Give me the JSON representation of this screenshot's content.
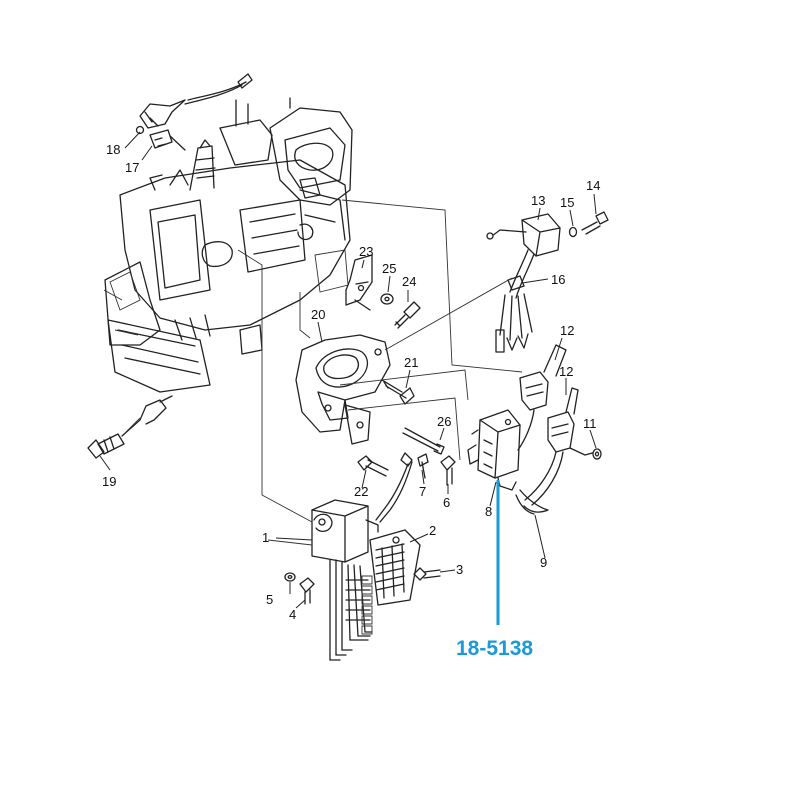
{
  "callouts": [
    "1",
    "2",
    "3",
    "4",
    "5",
    "6",
    "7",
    "8",
    "9",
    "11",
    "12",
    "12",
    "13",
    "14",
    "15",
    "16",
    "17",
    "18",
    "19",
    "20",
    "21",
    "22",
    "23",
    "24",
    "25",
    "26"
  ],
  "part_number": "18-5138",
  "colors": {
    "lines": "#222222",
    "part_number": "#1a9ad6",
    "background": "#ffffff"
  }
}
